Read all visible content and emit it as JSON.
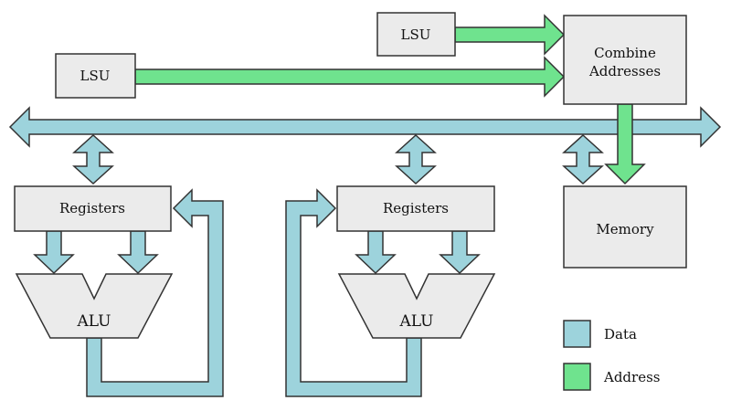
{
  "diagram": {
    "lsu_top": "LSU",
    "lsu_left": "LSU",
    "combine_line1": "Combine",
    "combine_line2": "Addresses",
    "memory": "Memory",
    "registers_left": "Registers",
    "registers_right": "Registers",
    "alu_left": "ALU",
    "alu_right": "ALU"
  },
  "legend": {
    "data_label": "Data",
    "address_label": "Address"
  },
  "colors": {
    "data": "#9dd3dc",
    "address": "#6fe38e",
    "box": "#ebebeb",
    "outline": "#333333"
  }
}
